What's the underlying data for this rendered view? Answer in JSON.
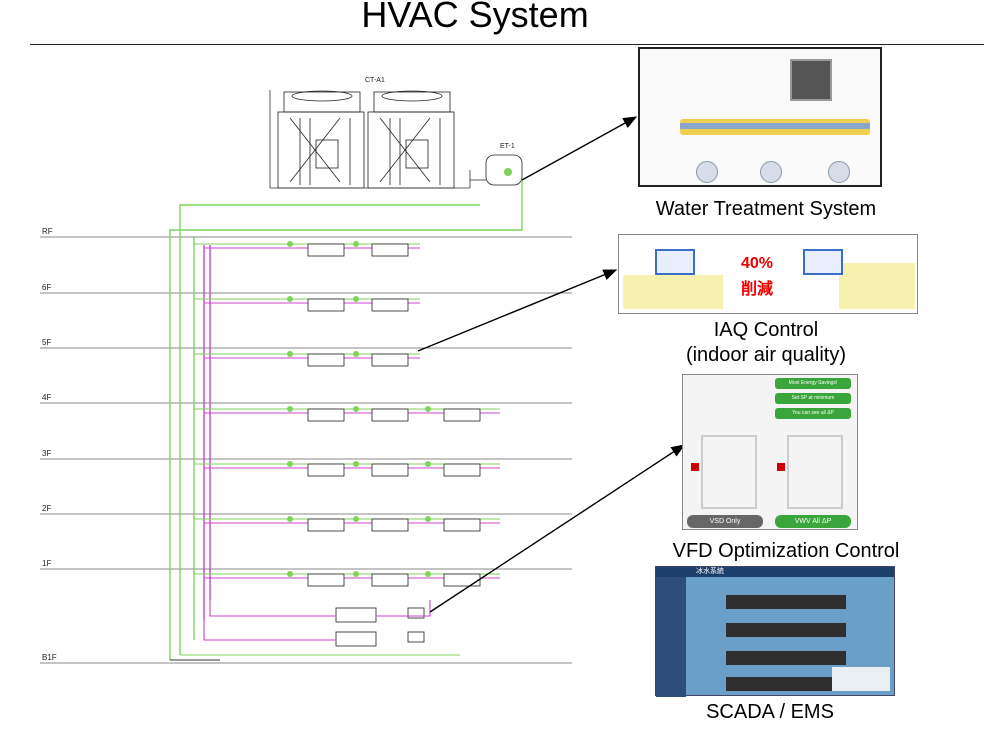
{
  "title": "HVAC System",
  "floors": [
    "RF",
    "6F",
    "5F",
    "4F",
    "3F",
    "2F",
    "1F",
    "B1F"
  ],
  "schematic_labels": {
    "cooling_tower": "CT-A1",
    "expansion_tank": "ET-1"
  },
  "captions": {
    "water_treatment": "Water Treatment System",
    "iaq_line1": "IAQ Control",
    "iaq_line2": "(indoor air quality)",
    "vfd": "VFD Optimization Control",
    "scada": "SCADA / EMS"
  },
  "iaq_panel": {
    "percent": "40%",
    "reduce": "削減"
  },
  "vfd_panel": {
    "btn1": "Most Energy Savings!",
    "btn2": "Set SP at minimum",
    "btn3": "You can see all ΔP",
    "left_label": "VSD Only",
    "right_label": "VWV All ΔP"
  },
  "scada_panel": {
    "header": "冰水系統"
  },
  "colors": {
    "green_pipe": "#7fd35a",
    "magenta_pipe": "#cc44cc",
    "floor_line": "#888888"
  }
}
